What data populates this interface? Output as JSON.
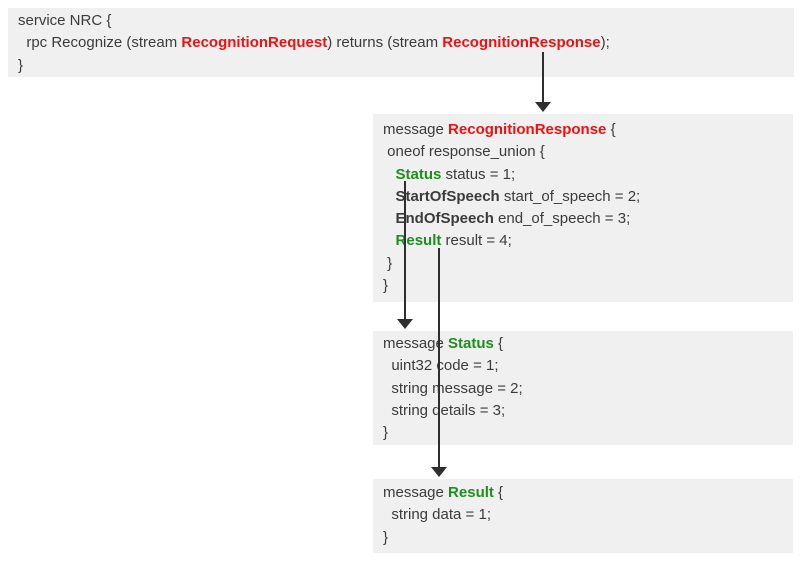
{
  "colors": {
    "block_bg": "#f0f0f0",
    "text": "#3b3b3b",
    "keyword_red": "#ee1111",
    "keyword_green": "#1e8e1e",
    "arrow": "#2e2e2e"
  },
  "blocks": [
    {
      "id": "block-service",
      "title": "service NRC",
      "lines": [
        [
          [
            "t",
            "service NRC {"
          ]
        ],
        [
          [
            "t",
            "  rpc Recognize (stream "
          ],
          [
            "r",
            "RecognitionRequest"
          ],
          [
            "t",
            ") returns (stream "
          ],
          [
            "r",
            "RecognitionResponse"
          ],
          [
            "t",
            ");"
          ]
        ],
        [
          [
            "t",
            "}"
          ]
        ]
      ]
    },
    {
      "id": "block-recognition-response",
      "title": "message RecognitionResponse",
      "lines": [
        [
          [
            "t",
            "message "
          ],
          [
            "r",
            "RecognitionResponse"
          ],
          [
            "t",
            " {"
          ]
        ],
        [
          [
            "t",
            " oneof response_union {"
          ]
        ],
        [
          [
            "t",
            "   "
          ],
          [
            "g",
            "Status"
          ],
          [
            "t",
            " status = 1;"
          ]
        ],
        [
          [
            "t",
            "   "
          ],
          [
            "b",
            "StartOfSpeech"
          ],
          [
            "t",
            " start_of_speech = 2;"
          ]
        ],
        [
          [
            "t",
            "   "
          ],
          [
            "b",
            "EndOfSpeech"
          ],
          [
            "t",
            " end_of_speech = 3;"
          ]
        ],
        [
          [
            "t",
            "   "
          ],
          [
            "g",
            "Result"
          ],
          [
            "t",
            " result = 4;"
          ]
        ],
        [
          [
            "t",
            " }"
          ]
        ],
        [
          [
            "t",
            "}"
          ]
        ]
      ]
    },
    {
      "id": "block-status",
      "title": "message Status",
      "lines": [
        [
          [
            "t",
            "message "
          ],
          [
            "g",
            "Status"
          ],
          [
            "t",
            " {"
          ]
        ],
        [
          [
            "t",
            "  uint32 code = 1;"
          ]
        ],
        [
          [
            "t",
            "  string message = 2;"
          ]
        ],
        [
          [
            "t",
            "  string details = 3;"
          ]
        ],
        [
          [
            "t",
            "}"
          ]
        ]
      ]
    },
    {
      "id": "block-result",
      "title": "message Result",
      "lines": [
        [
          [
            "t",
            "message "
          ],
          [
            "g",
            "Result"
          ],
          [
            "t",
            " {"
          ]
        ],
        [
          [
            "t",
            "  string data = 1;"
          ]
        ],
        [
          [
            "t",
            "}"
          ]
        ]
      ]
    }
  ],
  "arrows": [
    {
      "id": "arrow-to-recognition-response",
      "from": "RecognitionResponse (rpc return type)",
      "to": "message RecognitionResponse"
    },
    {
      "id": "arrow-to-status",
      "from": "Status (oneof field type)",
      "to": "message Status"
    },
    {
      "id": "arrow-to-result",
      "from": "Result (oneof field type)",
      "to": "message Result"
    }
  ]
}
